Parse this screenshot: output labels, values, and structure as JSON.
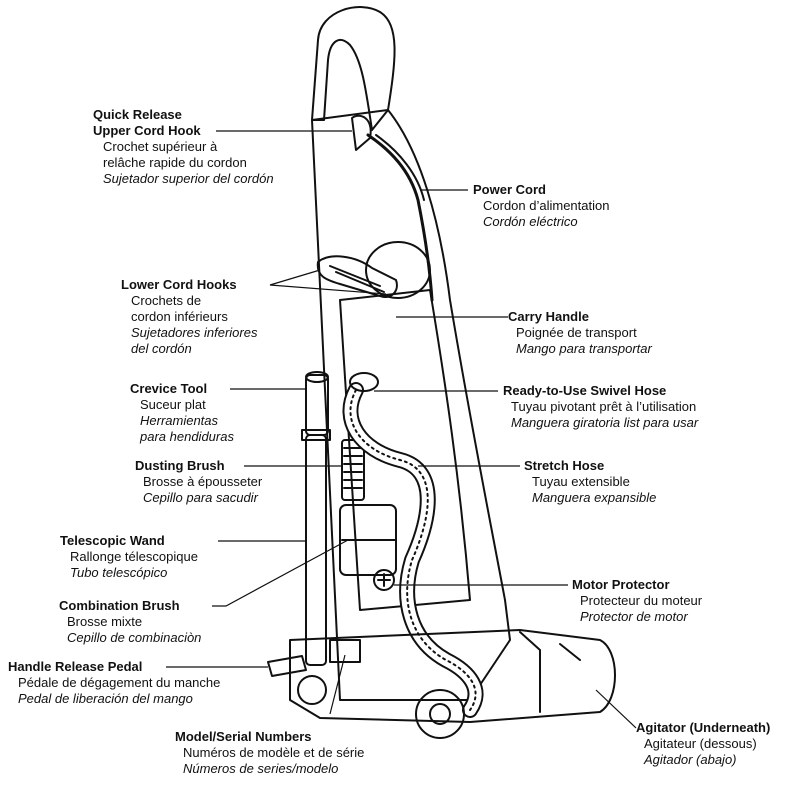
{
  "callouts": [
    {
      "id": "quick-release-upper-cord-hook",
      "en": "Quick Release\nUpper Cord Hook",
      "fr": "Crochet supérieur à\nrelâche rapide du cordon",
      "es": "Sujetador superior del cordón"
    },
    {
      "id": "power-cord",
      "en": "Power Cord",
      "fr": "Cordon d’alimentation",
      "es": "Cordón eléctrico"
    },
    {
      "id": "lower-cord-hooks",
      "en": "Lower Cord Hooks",
      "fr": "Crochets de\ncordon inférieurs",
      "es": "Sujetadores inferiores\ndel cordón"
    },
    {
      "id": "carry-handle",
      "en": "Carry Handle",
      "fr": "Poignée de transport",
      "es": "Mango para transportar"
    },
    {
      "id": "crevice-tool",
      "en": "Crevice Tool",
      "fr": "Suceur plat",
      "es": "Herramientas\npara hendiduras"
    },
    {
      "id": "ready-to-use-swivel-hose",
      "en": "Ready-to-Use Swivel Hose",
      "fr": "Tuyau pivotant prêt à l’utilisation",
      "es": "Manguera giratoria list para usar"
    },
    {
      "id": "dusting-brush",
      "en": "Dusting Brush",
      "fr": "Brosse à épousseter",
      "es": "Cepillo para sacudir"
    },
    {
      "id": "stretch-hose",
      "en": "Stretch Hose",
      "fr": "Tuyau extensible",
      "es": "Manguera expansible"
    },
    {
      "id": "telescopic-wand",
      "en": "Telescopic Wand",
      "fr": "Rallonge télescopique",
      "es": "Tubo telescópico"
    },
    {
      "id": "motor-protector",
      "en": "Motor Protector",
      "fr": "Protecteur du moteur",
      "es": "Protector de motor"
    },
    {
      "id": "combination-brush",
      "en": "Combination Brush",
      "fr": "Brosse mixte",
      "es": "Cepillo de combinaciòn"
    },
    {
      "id": "handle-release-pedal",
      "en": "Handle Release Pedal",
      "fr": "Pédale de dégagement du manche",
      "es": "Pedal de liberación del mango"
    },
    {
      "id": "model-serial-numbers",
      "en": "Model/Serial Numbers",
      "fr": "Numéros de modèle et de série",
      "es": "Números de series/modelo"
    },
    {
      "id": "agitator-underneath",
      "en": "Agitator (Underneath)",
      "fr": "Agitateur (dessous)",
      "es": "Agitador (abajo)"
    }
  ]
}
